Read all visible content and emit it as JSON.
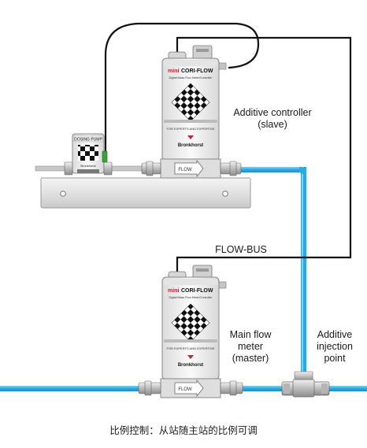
{
  "devices": {
    "slave": {
      "brand_mini": "mini",
      "brand_name": "CORI-FLOW",
      "subtitle": "Digital Mass Flow Meter/Controller",
      "tagline": "FOR EXPERTS AND EXPERTISE",
      "maker": "Bronkhorst",
      "flow_label": "FLOW"
    },
    "master": {
      "brand_mini": "mini",
      "brand_name": "CORI-FLOW",
      "subtitle": "Digital Mass Flow Meter/Controller",
      "tagline": "FOR EXPERTS AND EXPERTISE",
      "maker": "Bronkhorst",
      "flow_label": "FLOW"
    },
    "pump": {
      "title": "DOSING PUMP",
      "maker": "Bronkhorst"
    }
  },
  "labels": {
    "slave_line1": "Additive controller",
    "slave_line2": "(slave)",
    "flowbus": "FLOW-BUS",
    "master_line1": "Main flow",
    "master_line2": "meter",
    "master_line3": "(master)",
    "injection_line1": "Additive",
    "injection_line2": "injection",
    "injection_line3": "point"
  },
  "caption": "比例控制：从站随主站的比例可调",
  "colors": {
    "pipe": "#2ea8e0",
    "pipe_light": "#7fd0f2",
    "bus_cable": "#111111",
    "body": "#f2f2f2",
    "plate": "#e6e6e6",
    "brand_red": "#c0262d",
    "pump_led": "#3aa335"
  }
}
